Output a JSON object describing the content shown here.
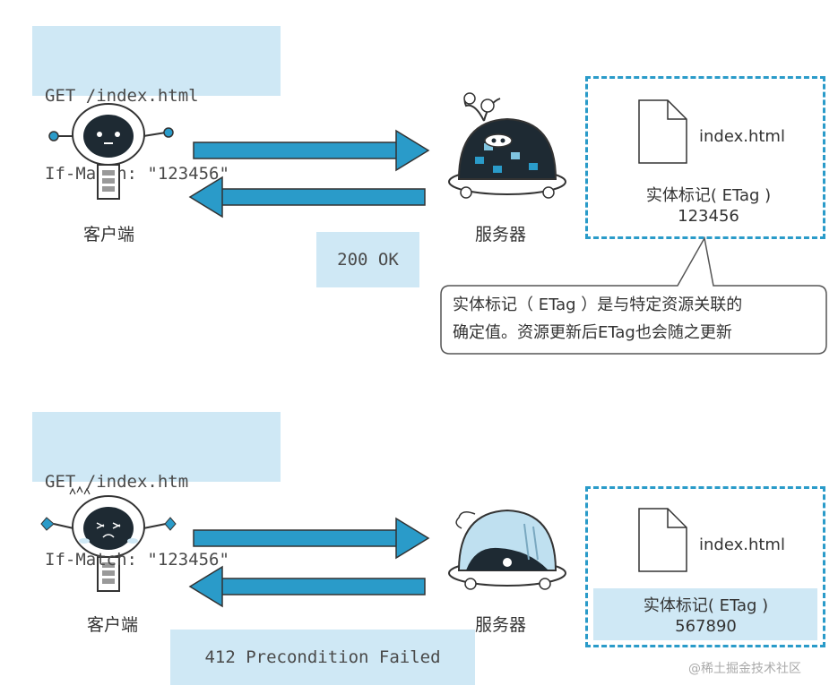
{
  "top": {
    "request_line1": "GET /index.html",
    "request_line2": "If-Match: \"123456\"",
    "client_label": "客户端",
    "server_label": "服务器",
    "response": "200 OK",
    "file_name": "index.html",
    "etag_label": "实体标记( ETag )",
    "etag_value": "123456",
    "callout_line1": "实体标记（ ETag ）是与特定资源关联的",
    "callout_line2": "确定值。资源更新后ETag也会随之更新"
  },
  "bottom": {
    "request_line1": "GET /index.htm",
    "request_line2": "If-Match: \"123456\"",
    "client_label": "客户端",
    "server_label": "服务器",
    "response": "412 Precondition Failed",
    "file_name": "index.html",
    "etag_label": "实体标记( ETag )",
    "etag_value": "567890"
  },
  "watermark": "@稀土掘金技术社区",
  "colors": {
    "arrow": "#2a9bc9",
    "box": "#cfe8f5",
    "dash": "#2a9bc9"
  }
}
